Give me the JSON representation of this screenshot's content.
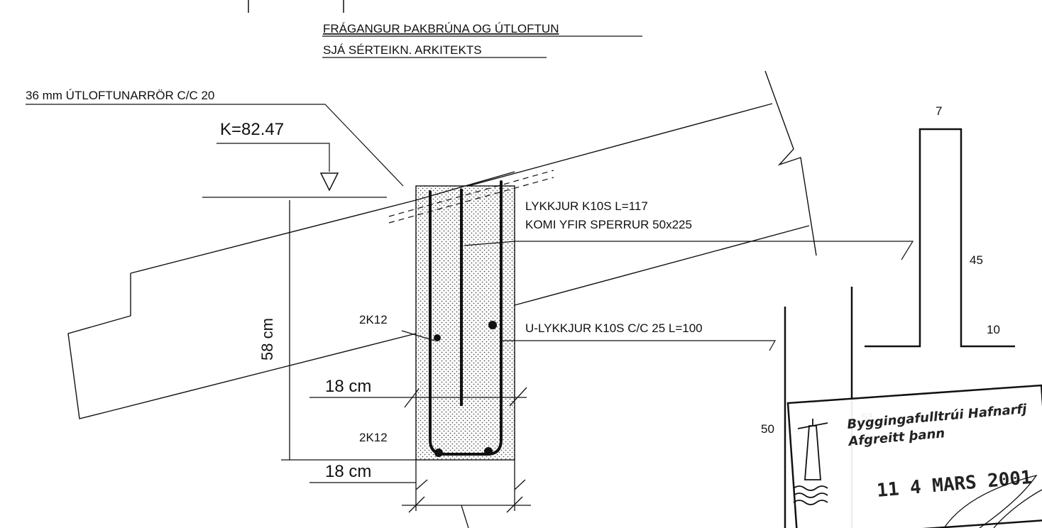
{
  "title": {
    "line1": "FRÁGANGUR ÞAKBRÚNA OG ÚTLOFTUN",
    "line2": "SJÁ SÉRTEIKN. ARKITEKTS"
  },
  "labels": {
    "vent_pipes": "36 mm ÚTLOFTUNARRÖR C/C 20",
    "level": "K=82.47",
    "loops": "LYKKJUR K10S  L=117",
    "rafters": "KOMI YFIR SPERRUR 50x225",
    "u_loops": "U-LYKKJUR K10S C/C 25 L=100",
    "rebar_top": "2K12",
    "rebar_bottom": "2K12",
    "height": "58 cm",
    "dim_upper": "18 cm",
    "dim_lower": "18 cm"
  },
  "detail_dims": {
    "top_width": "7",
    "leg_height": "45",
    "foot": "10",
    "u_height": "50",
    "u_top": "53"
  },
  "stamp": {
    "line1": "Byggingafulltrúi Hafnarfj",
    "line2": "Afgreitt þann",
    "date": "11 4 MARS 2001"
  },
  "colors": {
    "ink": "#111111",
    "concrete_fill": "#d9d9d9",
    "paper": "#ffffff"
  }
}
